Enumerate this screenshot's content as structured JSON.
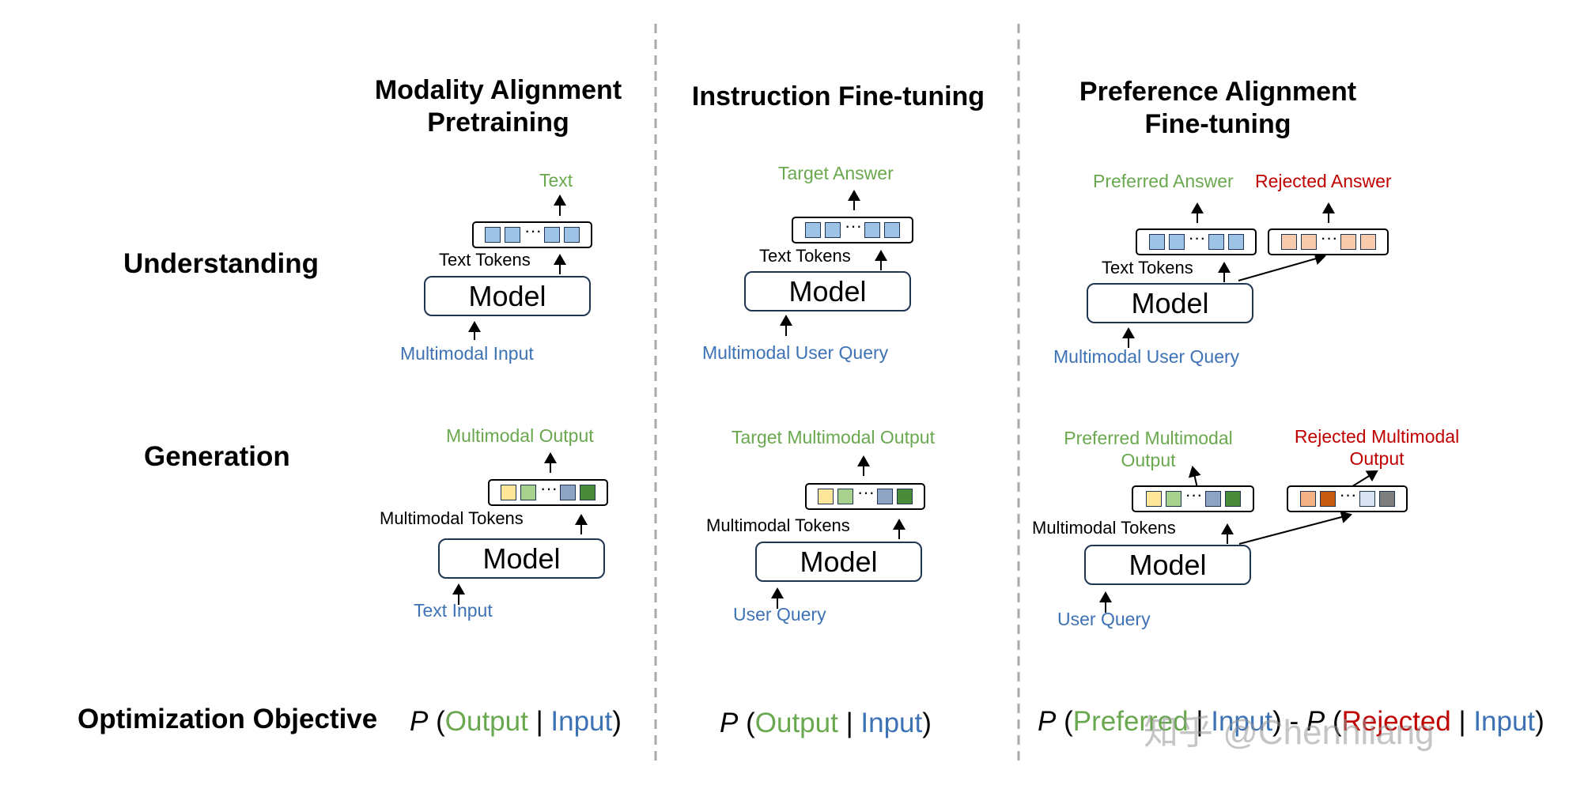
{
  "columns": {
    "col1_title_line1": "Modality Alignment",
    "col1_title_line2": "Pretraining",
    "col2_title": "Instruction Fine-tuning",
    "col3_title_line1": "Preference Alignment",
    "col3_title_line2": "Fine-tuning"
  },
  "rows": {
    "understanding": "Understanding",
    "generation": "Generation",
    "objective": "Optimization Objective"
  },
  "model_label": "Model",
  "dots": "···",
  "understanding": {
    "c1": {
      "output": "Text",
      "tokens": "Text Tokens",
      "input": "Multimodal Input"
    },
    "c2": {
      "output": "Target Answer",
      "tokens": "Text Tokens",
      "input": "Multimodal User Query"
    },
    "c3": {
      "preferred": "Preferred Answer",
      "rejected": "Rejected Answer",
      "tokens": "Text Tokens",
      "input": "Multimodal User Query"
    }
  },
  "generation": {
    "c1": {
      "output": "Multimodal Output",
      "tokens": "Multimodal Tokens",
      "input": "Text Input"
    },
    "c2": {
      "output": "Target Multimodal Output",
      "tokens": "Multimodal Tokens",
      "input": "User Query"
    },
    "c3": {
      "preferred_line1": "Preferred Multimodal",
      "preferred_line2": "Output",
      "rejected_line1": "Rejected Multimodal",
      "rejected_line2": "Output",
      "tokens": "Multimodal Tokens",
      "input": "User Query"
    }
  },
  "objectives": {
    "p": "P",
    "open": "(",
    "close": ")",
    "bar": "|",
    "minus": "-",
    "output": "Output",
    "input": "Input",
    "preferred": "Preferred",
    "rejected": "Rejected"
  },
  "watermark": "知乎 @Chenhliang",
  "colors": {
    "green": "#6aa84f",
    "blue": "#3d72b4",
    "red": "#c00000",
    "token_blue": "#9dc3e6",
    "token_peach": "#f8cbad",
    "token_yellow": "#ffe699",
    "token_lightgreen": "#a9d18e",
    "token_slate": "#8fa4c4",
    "token_darkgreen": "#4a8b3a",
    "token_orange": "#f4b183",
    "token_rust": "#c55a11",
    "token_lightblue": "#dae3f3",
    "token_gray": "#7f7f7f"
  }
}
